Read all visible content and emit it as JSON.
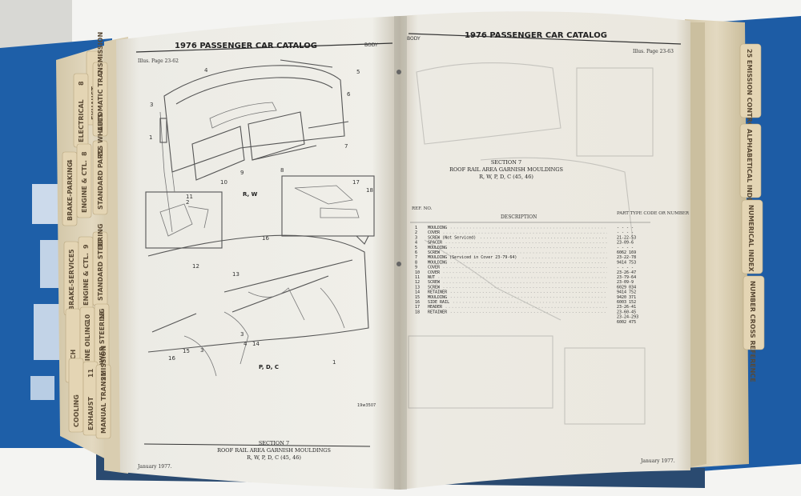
{
  "left_page": {
    "header_title": "1976 PASSENGER CAR CATALOG",
    "header_right": "BODY",
    "illus_page": "Illus. Page 23-62",
    "view_label_top": "R, W",
    "view_label_bottom": "P, D, C",
    "figure_number": "19w3507",
    "section_title": "SECTION 7",
    "section_subtitle": "ROOF RAIL AREA GARNISH MOULDINGS",
    "section_models": "R, W, P, D, C  (45, 46)",
    "footer_date": "January 1977."
  },
  "right_page": {
    "header_left": "BODY",
    "header_title": "1976 PASSENGER CAR CATALOG",
    "illus_page": "Illus. Page 23-63",
    "section_title": "SECTION 7",
    "section_subtitle": "ROOF RAIL AREA GARNISH MOULDINGS",
    "section_models": "R, W, P, D, C  (45, 46)",
    "col_ref": "REF. NO.",
    "col_desc": "DESCRIPTION",
    "col_part": "PART TYPE CODE OR NUMBER",
    "footer_date": "January 1977.",
    "parts": [
      {
        "ref": "1",
        "desc": "MOULDING",
        "num": "- - - -"
      },
      {
        "ref": "2",
        "desc": "COVER",
        "num": "- - - -"
      },
      {
        "ref": "3",
        "desc": "SCREW (Not Serviced)",
        "num": "21-22-53"
      },
      {
        "ref": "4",
        "desc": "SPACER",
        "num": "23-09-6"
      },
      {
        "ref": "5",
        "desc": "MOULDING",
        "num": "- - - -"
      },
      {
        "ref": "6",
        "desc": "SCREW",
        "num": "6062 169"
      },
      {
        "ref": "7",
        "desc": "MOULDING (Serviced in Cover 23-79-64)",
        "num": "23-22-78"
      },
      {
        "ref": "8",
        "desc": "MOULDING",
        "num": "9414 753"
      },
      {
        "ref": "9",
        "desc": "COVER",
        "num": "- - - -"
      },
      {
        "ref": "10",
        "desc": "COVER",
        "num": "23-26-47"
      },
      {
        "ref": "11",
        "desc": "NUT",
        "num": "23-79-64"
      },
      {
        "ref": "12",
        "desc": "SCREW",
        "num": "23-09-9"
      },
      {
        "ref": "13",
        "desc": "SCREW",
        "num": "6029 034"
      },
      {
        "ref": "14",
        "desc": "RETAINER",
        "num": "9414 752"
      },
      {
        "ref": "15",
        "desc": "MOULDING",
        "num": "9420 371"
      },
      {
        "ref": "16",
        "desc": "SIDE RAIL",
        "num": "6003 152"
      },
      {
        "ref": "17",
        "desc": "HEADER",
        "num": "23-26-41"
      },
      {
        "ref": "18",
        "desc": "RETAINER",
        "num": "23-60-45"
      },
      {
        "ref": "",
        "desc": "",
        "num": "23-24-293"
      },
      {
        "ref": "",
        "desc": "",
        "num": "6002 475"
      }
    ]
  },
  "left_tabs": [
    {
      "label": "EXHAUST",
      "num": ""
    },
    {
      "label": "ELECTRICAL",
      "num": "8"
    },
    {
      "label": "AUTOMATIC TRANSMISSION",
      "num": "7"
    },
    {
      "label": "BRAKE-PARKING",
      "num": "4"
    },
    {
      "label": "ENGINE & CTL.",
      "num": "8"
    },
    {
      "label": "STANDARD PARTS WHEELS",
      "num": "22"
    },
    {
      "label": "BRAKE-SERVICE",
      "num": "5"
    },
    {
      "label": "ENGINE & CTL.",
      "num": "9"
    },
    {
      "label": "STANDARD STEERING",
      "num": "10"
    },
    {
      "label": "CLUTCH",
      "num": ""
    },
    {
      "label": "ENGINE OILING",
      "num": "10"
    },
    {
      "label": "POWER STEERING",
      "num": "19"
    },
    {
      "label": "COOLING",
      "num": ""
    },
    {
      "label": "EXHAUST",
      "num": "11"
    },
    {
      "label": "MANUAL TRANSMISSION",
      "num": "21"
    }
  ],
  "right_tabs": [
    {
      "label": "EMISSION CONTROLS",
      "num": "25"
    },
    {
      "label": "ALPHABETICAL INDEX",
      "num": ""
    },
    {
      "label": "NUMERICAL INDEX",
      "num": ""
    },
    {
      "label": "NUMBER CROSS REFERENCE",
      "num": ""
    }
  ],
  "callouts_left": [
    "1",
    "2",
    "3",
    "4",
    "5",
    "6",
    "7",
    "8",
    "9",
    "10",
    "11",
    "12",
    "13",
    "14",
    "15",
    "16",
    "17",
    "18"
  ],
  "colors": {
    "binder": "#1e5fa8",
    "page": "#efece4",
    "tab": "#e4d5b4",
    "edge": "#cdbf9f"
  }
}
